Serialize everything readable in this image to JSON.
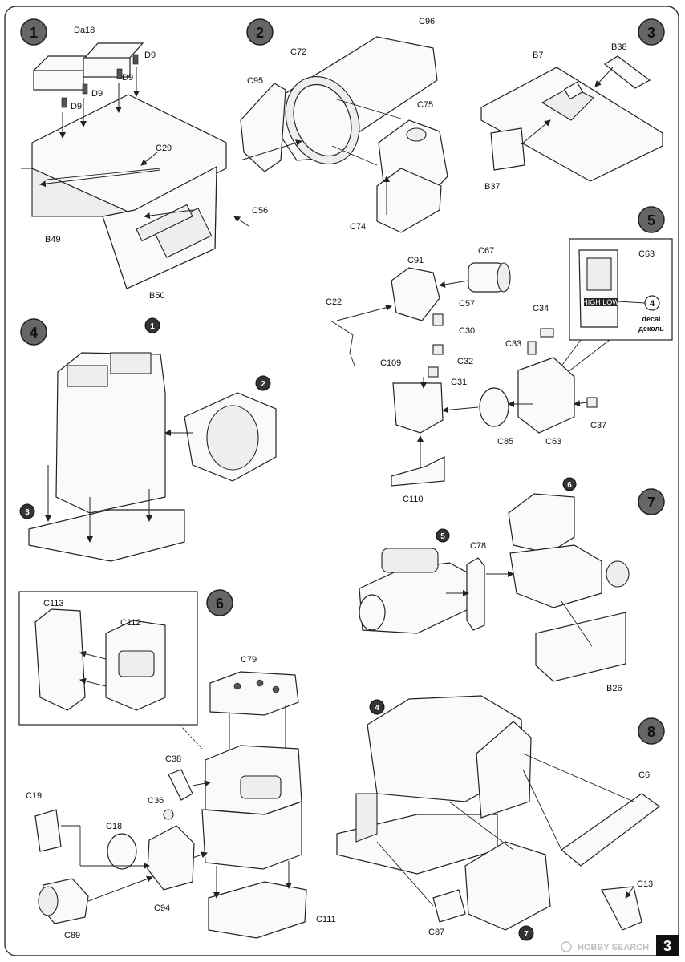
{
  "page": {
    "page_number": "3",
    "watermark": "HOBBY SEARCH"
  },
  "steps": [
    {
      "number": "1",
      "labels": [
        "Da18",
        "D9",
        "D9",
        "D9",
        "D9",
        "C29",
        "C56",
        "B49",
        "B50"
      ]
    },
    {
      "number": "2",
      "labels": [
        "C96",
        "C72",
        "C95",
        "C75",
        "C74"
      ]
    },
    {
      "number": "3",
      "labels": [
        "B7",
        "B38",
        "B37"
      ]
    },
    {
      "number": "4",
      "labels": [
        "1",
        "2",
        "3"
      ]
    },
    {
      "number": "5",
      "labels": [
        "C67",
        "C91",
        "C22",
        "C57",
        "C30",
        "C32",
        "C31",
        "C109",
        "C110",
        "C34",
        "C33",
        "C85",
        "C63",
        "C37"
      ]
    },
    {
      "number": "6",
      "labels": [
        "C113",
        "C112",
        "C79",
        "C38",
        "C36",
        "C19",
        "C18",
        "C89",
        "C94",
        "C111"
      ]
    },
    {
      "number": "7",
      "labels": [
        "6",
        "5",
        "C78",
        "B26"
      ]
    },
    {
      "number": "8",
      "labels": [
        "4",
        "C6",
        "C13",
        "C87",
        "7"
      ]
    }
  ],
  "detail_box": {
    "part": "C63",
    "switch_text": "HIGH LOW",
    "decal_number": "4",
    "decal_en": "decal",
    "decal_ru": "деколь"
  },
  "step6_detail": {
    "label_c113": "C113",
    "label_c112": "C112"
  }
}
